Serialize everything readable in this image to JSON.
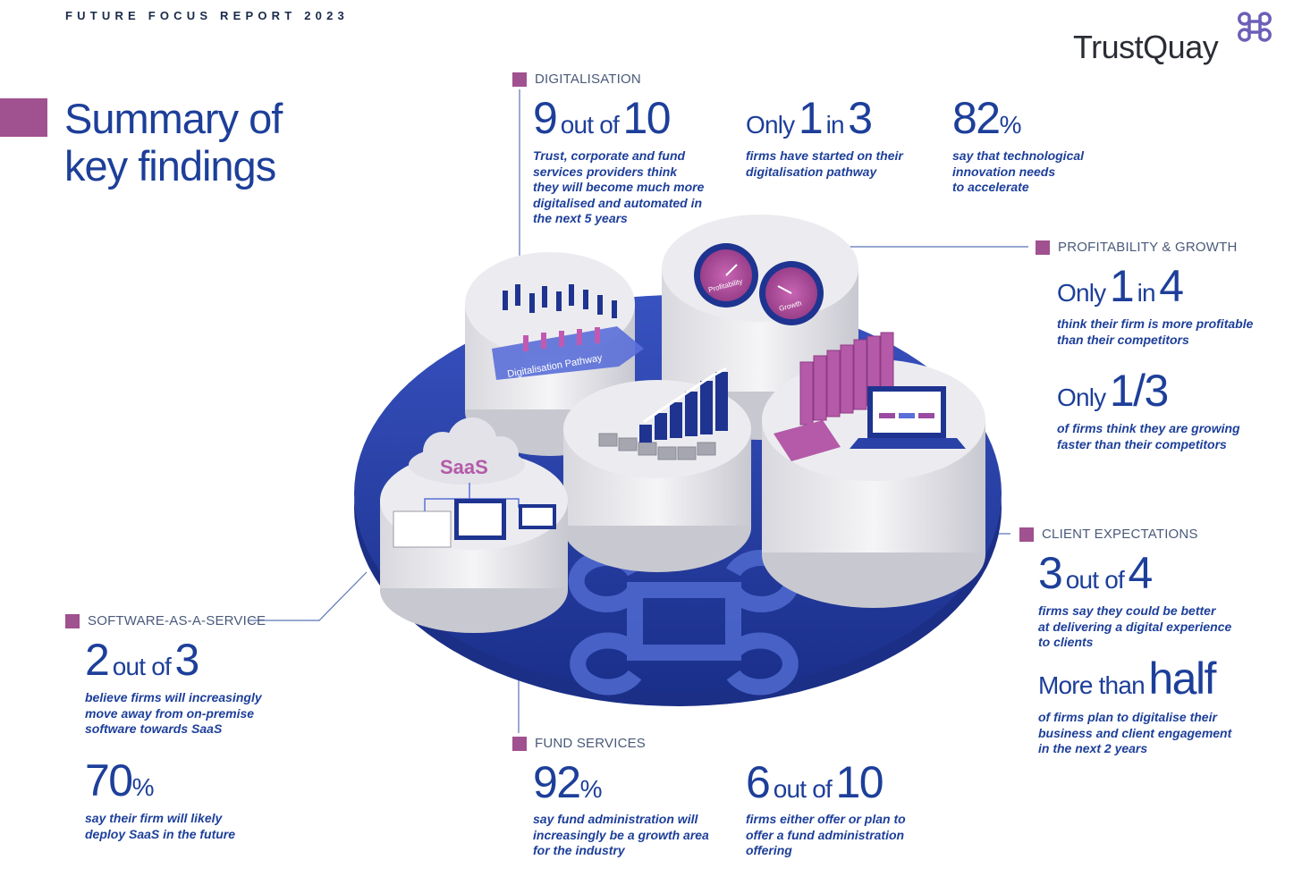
{
  "report_label": "FUTURE FOCUS REPORT 2023",
  "logo": {
    "text": "TrustQuay",
    "mark_icon": "command-knot-icon"
  },
  "title": {
    "line1": "Summary of",
    "line2": "key findings"
  },
  "colors": {
    "navy": "#1d3f9a",
    "magenta": "#a0518f",
    "disc": "#2a42a8",
    "grey_text": "#4a5a7a"
  },
  "illustration": {
    "pathway_label": "Digitalisation Pathway",
    "saas_label": "SaaS",
    "gauge_1": "Profitability",
    "gauge_2": "Growth"
  },
  "digitalisation": {
    "label": "DIGITALISATION",
    "stat1": {
      "big_a": "9",
      "small": "out of",
      "big_b": "10",
      "lines": [
        "Trust, corporate and fund",
        "services providers think",
        "they will become much more",
        "digitalised and automated in",
        "the next 5 years"
      ]
    },
    "stat2": {
      "small_a": "Only",
      "big_a": "1",
      "small_b": "in",
      "big_b": "3",
      "lines": [
        "firms have started on their",
        "digitalisation pathway"
      ]
    },
    "stat3": {
      "big": "82",
      "small": "%",
      "lines": [
        "say that technological",
        "innovation needs",
        "to accelerate"
      ]
    }
  },
  "profitability": {
    "label": "PROFITABILITY & GROWTH",
    "stat1": {
      "small_a": "Only",
      "big_a": "1",
      "small_b": "in",
      "big_b": "4",
      "lines": [
        "think their firm is more profitable",
        "than their competitors"
      ]
    },
    "stat2": {
      "small_a": "Only",
      "big_a": "1/3",
      "lines": [
        "of firms think they are growing",
        "faster than their competitors"
      ]
    }
  },
  "client": {
    "label": "CLIENT EXPECTATIONS",
    "stat1": {
      "big_a": "3",
      "small": "out of",
      "big_b": "4",
      "lines": [
        "firms say they could be better",
        "at delivering a digital experience",
        "to clients"
      ]
    },
    "stat2": {
      "small": "More than",
      "big": "half",
      "lines": [
        "of firms plan to digitalise their",
        "business and client engagement",
        "in the next 2 years"
      ]
    }
  },
  "saas": {
    "label": "SOFTWARE-AS-A-SERVICE",
    "stat1": {
      "big_a": "2",
      "small": "out of",
      "big_b": "3",
      "lines": [
        "believe firms will increasingly",
        "move away from on-premise",
        "software towards SaaS"
      ]
    },
    "stat2": {
      "big": "70",
      "small": "%",
      "lines": [
        "say their firm will likely",
        "deploy SaaS in the future"
      ]
    }
  },
  "fund": {
    "label": "FUND SERVICES",
    "stat1": {
      "big": "92",
      "small": "%",
      "lines": [
        "say fund administration will",
        "increasingly be a growth area",
        "for the industry"
      ]
    },
    "stat2": {
      "big_a": "6",
      "small": "out of",
      "big_b": "10",
      "lines": [
        "firms either offer or plan to",
        "offer a fund administration",
        "offering"
      ]
    }
  }
}
